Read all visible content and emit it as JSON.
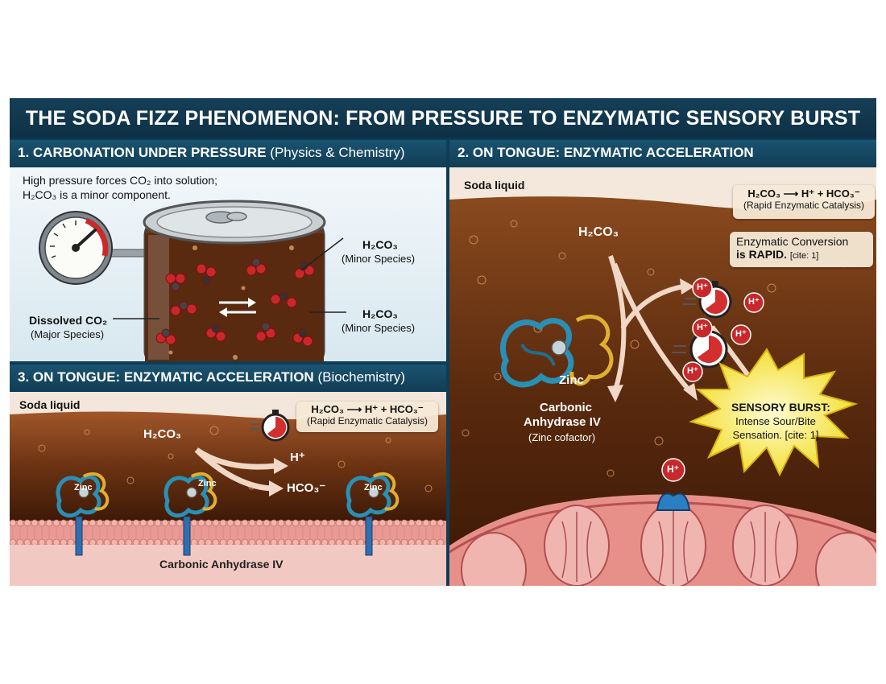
{
  "title": "THE SODA FIZZ PHENOMENON: FROM PRESSURE TO ENZYMATIC SENSORY BURST",
  "panel1": {
    "heading": "1. CARBONATION UNDER PRESSURE",
    "heading_sub": "(Physics & Chemistry)",
    "intro_line1": "High pressure forces CO₂ into solution;",
    "intro_line2": "H₂CO₃ is a minor component.",
    "dissolved_label": "Dissolved CO₂",
    "dissolved_sub": "(Major Species)",
    "h2co3_label_top": "H₂CO₃",
    "h2co3_sub_top": "(Minor Species)",
    "h2co3_label_bottom": "H₂CO₃",
    "h2co3_sub_bottom": "(Minor Species)"
  },
  "panel2": {
    "heading": "2. ON TONGUE: ENZYMATIC ACCELERATION",
    "soda_label": "Soda liquid",
    "equation": "H₂CO₃ ⟶ H⁺ + HCO₃⁻",
    "equation_sub": "(Rapid Enzymatic Catalysis)",
    "conversion_line1": "Enzymatic Conversion",
    "conversion_line2_bold": "is RAPID.",
    "conversion_cite": "[cite: 1]",
    "h2co3_label": "H₂CO₃",
    "zinc_label": "Zinc",
    "enzyme_line1": "Carbonic",
    "enzyme_line2": "Anhydrase IV",
    "enzyme_sub": "(Zinc cofactor)",
    "proton_label": "H⁺",
    "burst_title": "SENSORY BURST:",
    "burst_line1": "Intense Sour/Bite",
    "burst_line2": "Sensation. [cite: 1]"
  },
  "panel3": {
    "heading": "3. ON TONGUE: ENZYMATIC ACCELERATION",
    "heading_sub": "(Biochemistry)",
    "soda_label": "Soda liquid",
    "equation": "H₂CO₃ ⟶ H⁺ + HCO₃⁻",
    "equation_sub": "(Rapid Enzymatic Catalysis)",
    "h2co3_label": "H₂CO₃",
    "h_label": "H⁺",
    "hco3_label": "HCO₃⁻",
    "zinc_label": "Zinc",
    "enzyme_label": "Carbonic Anhydrase IV"
  },
  "colors": {
    "header_bg": "#123e57",
    "soda_dark": "#4a220c",
    "soda_mid": "#8a4a1e",
    "membrane_pink": "#e99a94",
    "burst_yellow": "#f7e94a",
    "proton_red": "#c8282a",
    "enzyme_blue": "#2a8fb5",
    "enzyme_gold": "#e0b030"
  }
}
